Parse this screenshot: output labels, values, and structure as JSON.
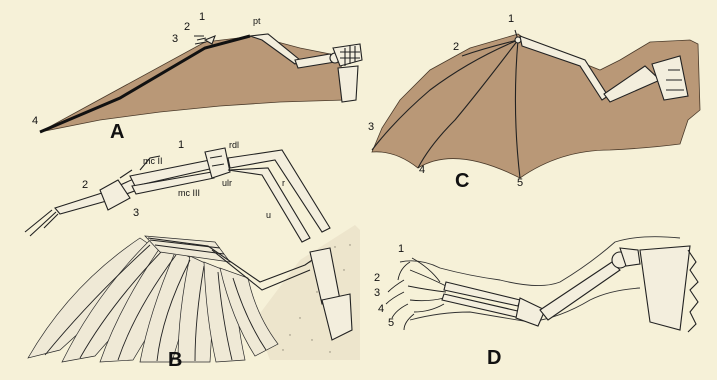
{
  "panels": {
    "A": {
      "letter": "A",
      "digit_labels": [
        "1",
        "2",
        "3",
        "4"
      ],
      "abbreviations": [
        "pt"
      ]
    },
    "B": {
      "letter": "B",
      "digit_labels": [
        "1",
        "2",
        "3"
      ],
      "abbreviations": [
        "rdl",
        "mc II",
        "mc III",
        "ulr",
        "r",
        "u"
      ]
    },
    "C": {
      "letter": "C",
      "digit_labels": [
        "1",
        "2",
        "3",
        "4",
        "5"
      ]
    },
    "D": {
      "letter": "D",
      "digit_labels": [
        "1",
        "2",
        "3",
        "4",
        "5"
      ]
    }
  },
  "colors": {
    "background": "#f6f1d8",
    "membrane": "#b99877",
    "ink": "#222222"
  }
}
